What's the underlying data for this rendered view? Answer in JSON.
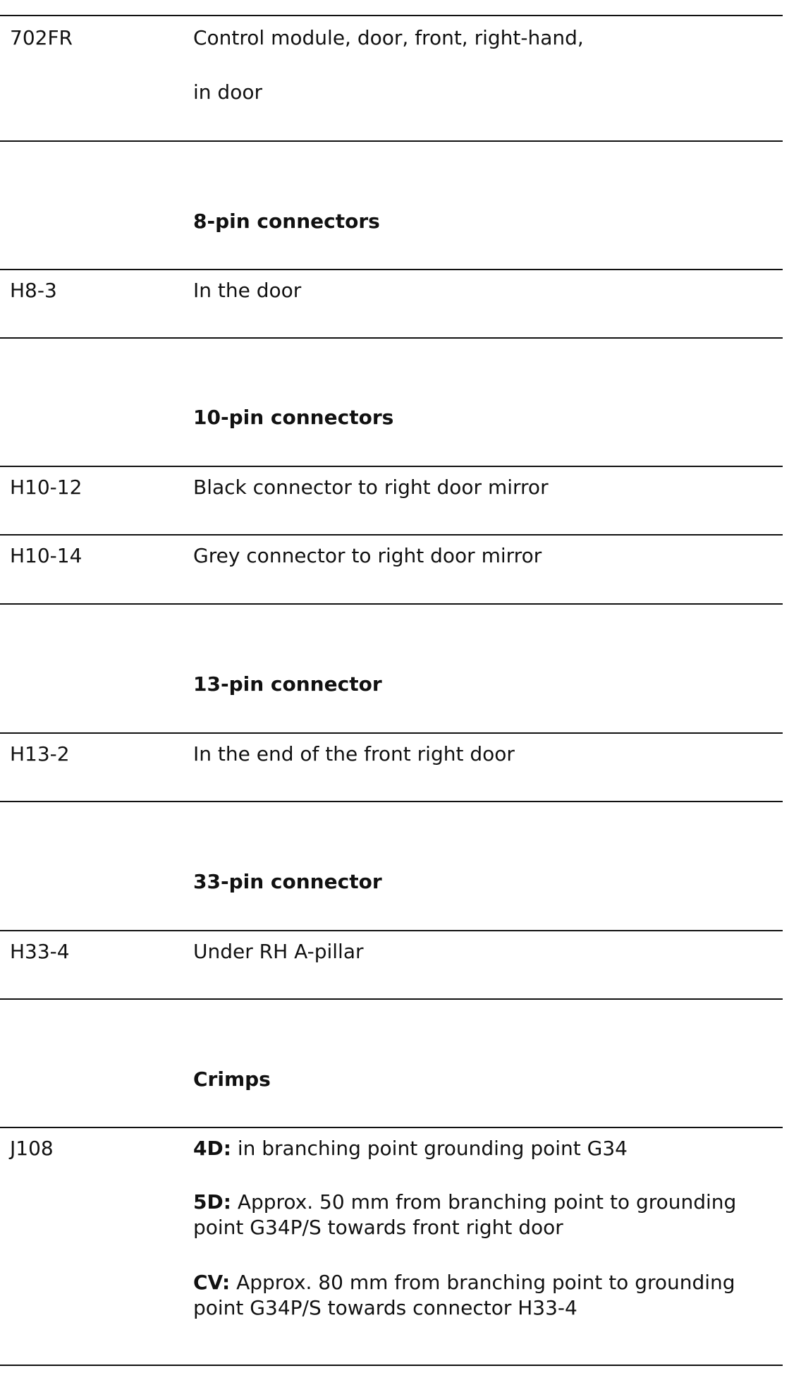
{
  "rows": [
    {
      "code": "702FR",
      "desc_line1": "Control module, door, front, right-hand,",
      "desc_line2": "in door"
    },
    {
      "code": "H8-3",
      "desc": "In the door"
    },
    {
      "code": "H10-12",
      "desc": "Black connector to right door mirror"
    },
    {
      "code": "H10-14",
      "desc": "Grey connector to right door mirror"
    },
    {
      "code": "H13-2",
      "desc": "In the end of the front right door"
    },
    {
      "code": "H33-4",
      "desc": "Under RH A-pillar"
    },
    {
      "code": "J108"
    }
  ],
  "headings": {
    "pin8": "8-pin connectors",
    "pin10": "10-pin connectors",
    "pin13": "13-pin connector",
    "pin33": "33-pin connector",
    "crimps": "Crimps"
  },
  "crimps": [
    {
      "label": "4D:",
      "text": " in branching point grounding point G34"
    },
    {
      "label": "5D:",
      "text": " Approx. 50 mm from branching point to grounding point G34P/S towards front right door"
    },
    {
      "label": "CV:",
      "text": " Approx. 80 mm from branching point to grounding point G34P/S towards connector H33-4"
    }
  ]
}
